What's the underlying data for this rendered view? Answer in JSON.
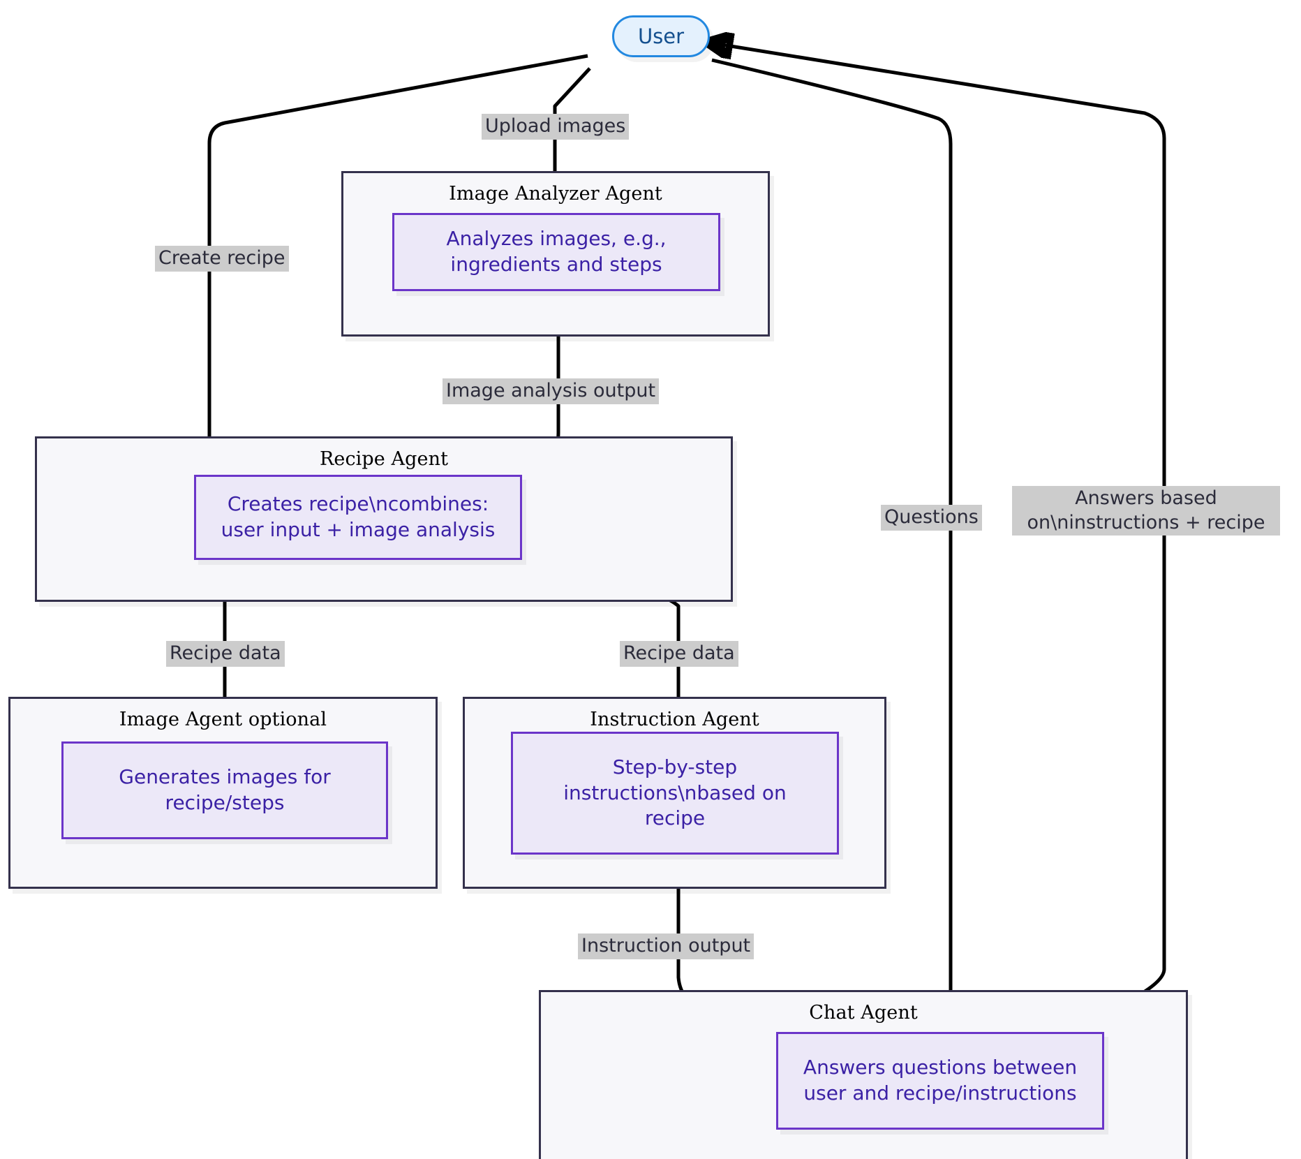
{
  "diagram": {
    "type": "flowchart",
    "title": "Recipe multi-agent flow",
    "colors": {
      "agent_fill": "#ece8f8",
      "agent_stroke": "#6b35c9",
      "agent_text": "#3b21a5",
      "cluster_fill": "#f7f7fa",
      "cluster_stroke": "#34314c",
      "user_fill": "#e4f1fd",
      "user_stroke": "#2288e0",
      "user_text": "#14508f",
      "edge_stroke": "#000000",
      "edge_label_bg": "#cccccc",
      "edge_label_text": "#2b2b3a"
    }
  },
  "nodes": {
    "user": {
      "label": "User"
    },
    "image_analyzer": {
      "label": "Analyzes images, e.g.,\ningredients and steps"
    },
    "recipe": {
      "label": "Creates recipe\\ncombines:\nuser input + image analysis"
    },
    "image_gen": {
      "label": "Generates images for\nrecipe/steps"
    },
    "instruction": {
      "label": "Step-by-step\ninstructions\\nbased on\nrecipe"
    },
    "chat": {
      "label": "Answers questions between\nuser and recipe/instructions"
    }
  },
  "clusters": {
    "image_analyzer_agent": {
      "title": "Image Analyzer Agent"
    },
    "recipe_agent": {
      "title": "Recipe Agent"
    },
    "image_agent": {
      "title": "Image Agent optional"
    },
    "instruction_agent": {
      "title": "Instruction Agent"
    },
    "chat_agent": {
      "title": "Chat Agent"
    }
  },
  "edge_labels": {
    "upload_images": "Upload images",
    "create_recipe": "Create recipe",
    "image_analysis_output": "Image analysis output",
    "recipe_data_left": "Recipe data",
    "recipe_data_right": "Recipe data",
    "instruction_output": "Instruction output",
    "questions": "Questions",
    "answers_based_on": "Answers based\non\\ninstructions + recipe"
  }
}
